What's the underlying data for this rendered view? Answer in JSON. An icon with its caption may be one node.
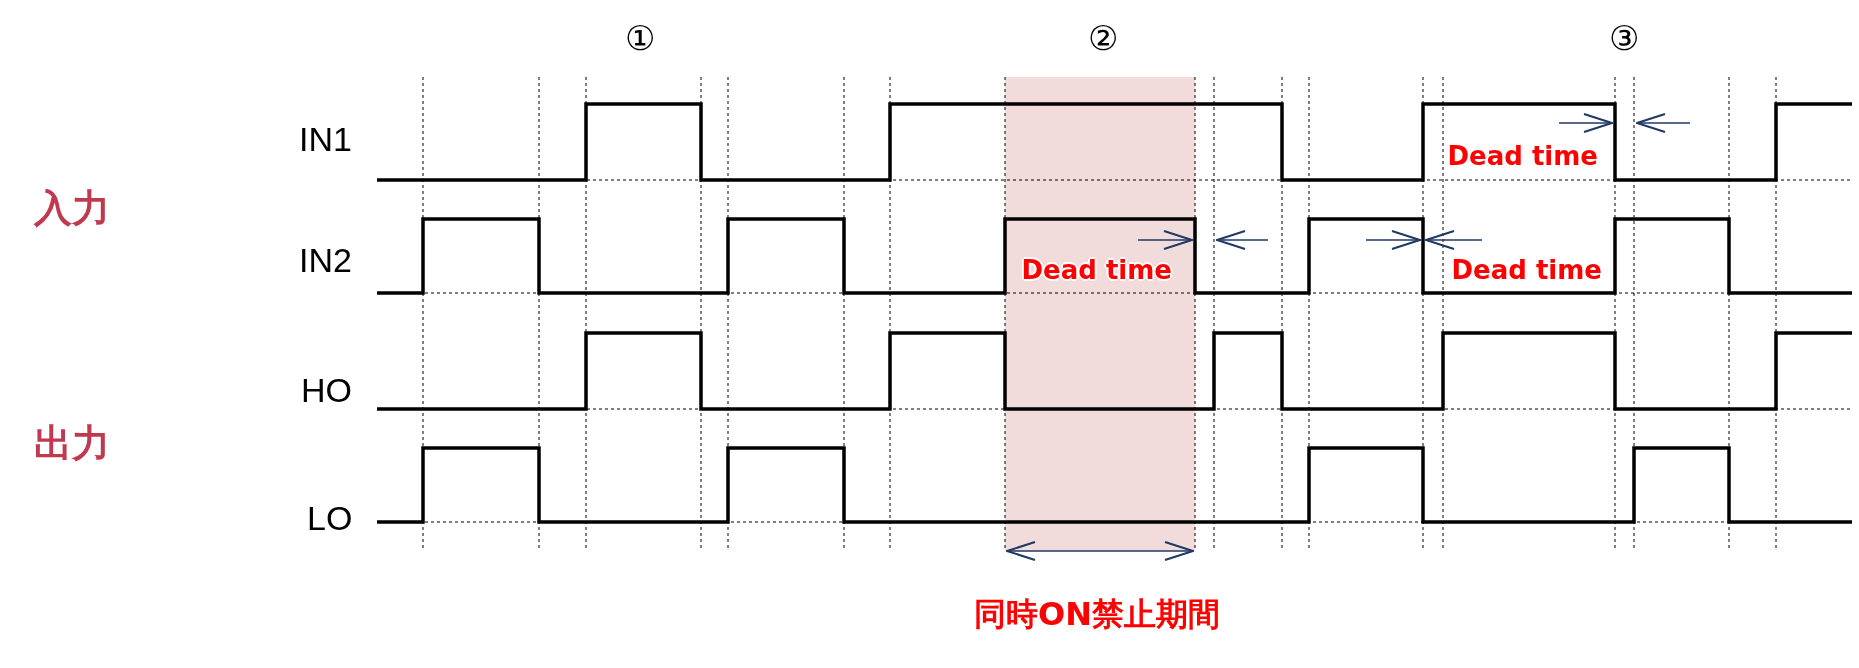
{
  "diagram": {
    "labels": [
      "①",
      "②",
      "③",
      "IN1",
      "Dead time",
      "入力",
      "IN2",
      "Dead time",
      "Dead time",
      "HO",
      "出力",
      "LO",
      "同時ON禁止期間"
    ]
  }
}
